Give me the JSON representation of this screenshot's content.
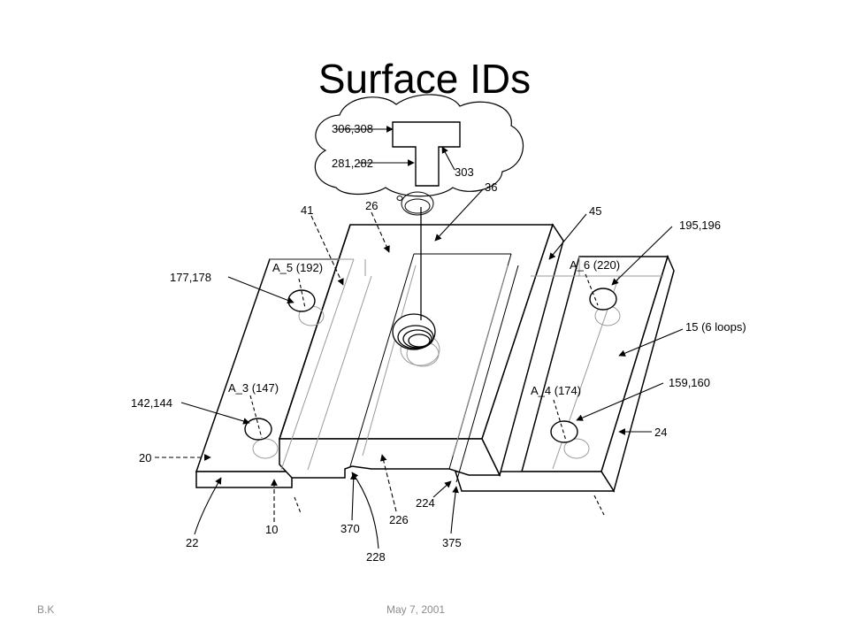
{
  "slide": {
    "title": "Surface IDs",
    "footer_left": "B.K",
    "footer_date": "May 7, 2001"
  },
  "callouts": {
    "c306": "306,308",
    "c281": "281,282",
    "c303": "303",
    "c36": "36",
    "c41": "41",
    "c26": "26",
    "c45": "45",
    "c195": "195,196",
    "cA5": "A_5 (192)",
    "cA6": "A_6 (220)",
    "c177": "177,178",
    "c15": "15 (6 loops)",
    "cA3": "A_3 (147)",
    "cA4": "A_4 (174)",
    "c159": "159,160",
    "c142": "142,144",
    "c24": "24",
    "c20": "20",
    "c224": "224",
    "c226": "226",
    "c22": "22",
    "c10": "10",
    "c370": "370",
    "c375": "375",
    "c228": "228"
  }
}
